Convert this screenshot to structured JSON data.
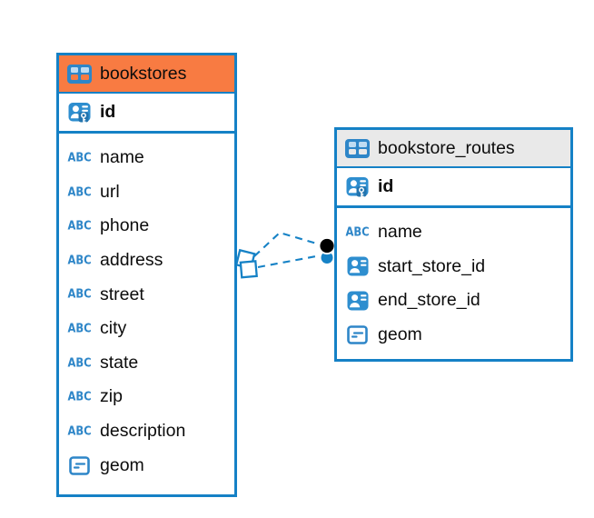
{
  "diagram": {
    "type": "entity-relationship-diagram",
    "background": "#FFFFFF"
  },
  "colors": {
    "accent_blue": "#1581C6",
    "relationship_line": "#1682C6",
    "icon_blue": "#2E8ECF",
    "bookstores_header": "#F87B42",
    "routes_header": "#E9E9E9",
    "marker_black": "#000000",
    "text": "#0C0C0C"
  },
  "icons": {
    "text_type_glyph": "ABC"
  },
  "tables": [
    {
      "name": "bookstores",
      "header_bg": "#F87B42",
      "icon": "table-icon",
      "primary_key": {
        "label": "id",
        "icon": "primary-key-icon"
      },
      "columns": [
        {
          "label": "name",
          "icon": "text-type-icon"
        },
        {
          "label": "url",
          "icon": "text-type-icon"
        },
        {
          "label": "phone",
          "icon": "text-type-icon"
        },
        {
          "label": "address",
          "icon": "text-type-icon"
        },
        {
          "label": "street",
          "icon": "text-type-icon"
        },
        {
          "label": "city",
          "icon": "text-type-icon"
        },
        {
          "label": "state",
          "icon": "text-type-icon"
        },
        {
          "label": "zip",
          "icon": "text-type-icon"
        },
        {
          "label": "description",
          "icon": "text-type-icon"
        },
        {
          "label": "geom",
          "icon": "geometry-type-icon"
        }
      ]
    },
    {
      "name": "bookstore_routes",
      "header_bg": "#E9E9E9",
      "icon": "table-icon",
      "primary_key": {
        "label": "id",
        "icon": "primary-key-icon"
      },
      "columns": [
        {
          "label": "name",
          "icon": "text-type-icon"
        },
        {
          "label": "start_store_id",
          "icon": "foreign-key-icon"
        },
        {
          "label": "end_store_id",
          "icon": "foreign-key-icon"
        },
        {
          "label": "geom",
          "icon": "geometry-type-icon"
        }
      ]
    }
  ],
  "relationships": [
    {
      "style": "dashed",
      "source_marker": "open-square",
      "target_marker": "filled-circle"
    },
    {
      "style": "dashed",
      "source_marker": "open-square",
      "target_marker": "filled-circle"
    }
  ]
}
